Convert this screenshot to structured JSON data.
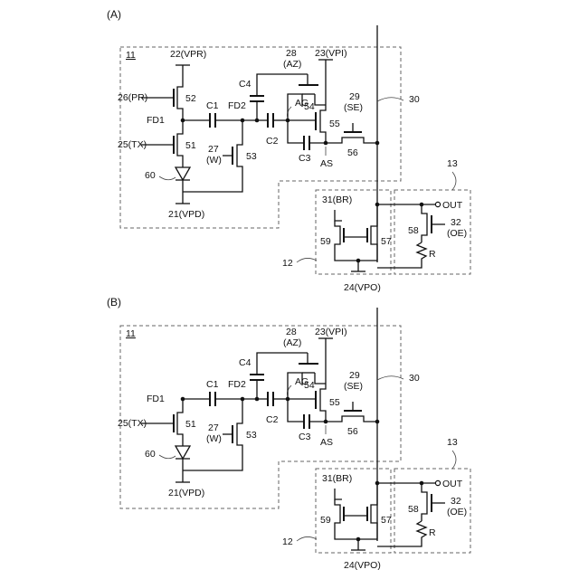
{
  "panels": [
    {
      "panel_label": "(A)",
      "pixel_ref": "11",
      "nodes": {
        "vpr": "22(VPR)",
        "pr": "26(PR)",
        "fd1": "FD1",
        "tx": "25(TX)",
        "pd_ref": "60",
        "vpd": "21(VPD)",
        "c1": "C1",
        "fd2": "FD2",
        "w": "27",
        "w_sub": "(W)",
        "az": "28",
        "az_sub": "(AZ)",
        "vpi": "23(VPI)",
        "c4": "C4",
        "ag": "AG",
        "c2": "C2",
        "c3": "C3",
        "as": "AS",
        "se": "29",
        "se_sub": "(SE)",
        "line": "30",
        "br": "31(BR)",
        "out": "OUT",
        "oe": "32",
        "oe_sub": "(OE)",
        "r": "R",
        "vpo": "24(VPO)",
        "block12": "12",
        "block13": "13"
      },
      "transistors": {
        "t52": "52",
        "t51": "51",
        "t53": "53",
        "t54": "54",
        "t55": "55",
        "t56": "56",
        "t57": "57",
        "t58": "58",
        "t59": "59"
      }
    },
    {
      "panel_label": "(B)",
      "pixel_ref": "11",
      "nodes": {
        "fd1": "FD1",
        "tx": "25(TX)",
        "pd_ref": "60",
        "vpd": "21(VPD)",
        "c1": "C1",
        "fd2": "FD2",
        "w": "27",
        "w_sub": "(W)",
        "az": "28",
        "az_sub": "(AZ)",
        "vpi": "23(VPI)",
        "c4": "C4",
        "ag": "AG",
        "c2": "C2",
        "c3": "C3",
        "as": "AS",
        "se": "29",
        "se_sub": "(SE)",
        "line": "30",
        "br": "31(BR)",
        "out": "OUT",
        "oe": "32",
        "oe_sub": "(OE)",
        "r": "R",
        "vpo": "24(VPO)",
        "block12": "12",
        "block13": "13"
      },
      "transistors": {
        "t51": "51",
        "t53": "53",
        "t54": "54",
        "t55": "55",
        "t56": "56",
        "t57": "57",
        "t58": "58",
        "t59": "59"
      }
    }
  ]
}
